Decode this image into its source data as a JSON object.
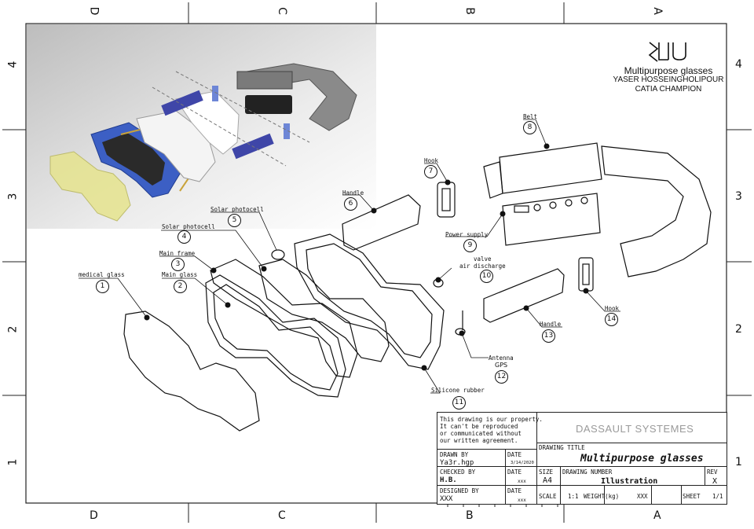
{
  "frame": {
    "top_zones": [
      "D",
      "C",
      "B",
      "A"
    ],
    "bottom_zones": [
      "D",
      "C",
      "B",
      "A"
    ],
    "left_rows": [
      "4",
      "3",
      "2",
      "1"
    ],
    "right_rows": [
      "4",
      "3",
      "2",
      "1"
    ]
  },
  "logo": {
    "line1": "Multipurpose glasses",
    "line2": "YASER HOSSEINGHOLIPOUR",
    "line3": "CATIA CHAMPION"
  },
  "callouts": [
    {
      "id": "1",
      "label": "medical glass"
    },
    {
      "id": "2",
      "label": "Main glass"
    },
    {
      "id": "3",
      "label": "Main frame"
    },
    {
      "id": "4",
      "label": "Solar photocell"
    },
    {
      "id": "5",
      "label": "Solar photocell"
    },
    {
      "id": "6",
      "label": "Handle"
    },
    {
      "id": "7",
      "label": "Hook"
    },
    {
      "id": "8",
      "label": "Belt"
    },
    {
      "id": "9",
      "label": "Power supply"
    },
    {
      "id": "10",
      "label": "valve",
      "label2": "air discharge"
    },
    {
      "id": "11",
      "label": "Silicone rubber"
    },
    {
      "id": "12",
      "label": "Antenna",
      "label2": "GPS"
    },
    {
      "id": "13",
      "label": "Handle"
    },
    {
      "id": "14",
      "label": "Hook"
    }
  ],
  "title_block": {
    "property_notice": [
      "This drawing is our property.",
      "It can't be reproduced",
      "or communicated without",
      "our written agreement."
    ],
    "company": "DASSAULT SYSTEMES",
    "drawing_title_label": "DRAWING TITLE",
    "drawing_title": "Multipurpose glasses",
    "drawn_by_label": "DRAWN BY",
    "drawn_by": "Ya3r.hgp",
    "date_label": "DATE",
    "drawn_date": "3/14/2020",
    "checked_by_label": "CHECKED BY",
    "checked_by": "H.B.",
    "checked_date": "xxx",
    "size_label": "SIZE",
    "size": "A4",
    "drawing_number_label": "DRAWING NUMBER",
    "drawing_number": "Illustration",
    "rev_label": "REV",
    "rev": "X",
    "designed_by_label": "DESIGNED BY",
    "designed_by": "XXX",
    "designed_date": "xxx",
    "scale_label": "SCALE",
    "scale": "1:1",
    "weight_label": "WEIGHT(kg)",
    "weight": "XXX",
    "sheet_label": "SHEET",
    "sheet": "1/1"
  }
}
